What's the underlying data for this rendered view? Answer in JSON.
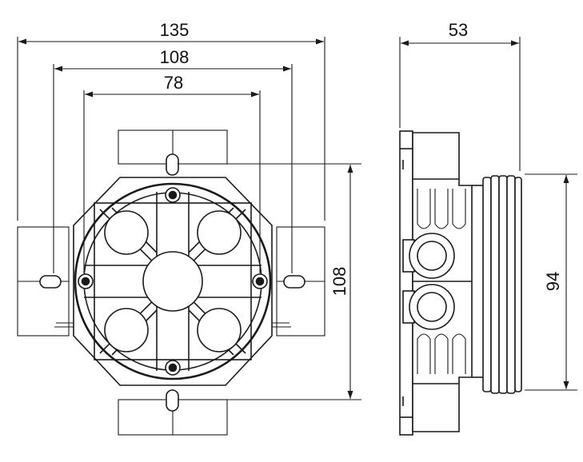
{
  "dimensions": {
    "overall_width": "135",
    "screw_spacing": "108",
    "inner_spacing": "78",
    "depth": "53",
    "vertical_spacing": "108",
    "body_height": "94"
  },
  "colors": {
    "line": "#1a1a1a",
    "fill": "#ffffff",
    "panel": "#f2f2f2"
  }
}
